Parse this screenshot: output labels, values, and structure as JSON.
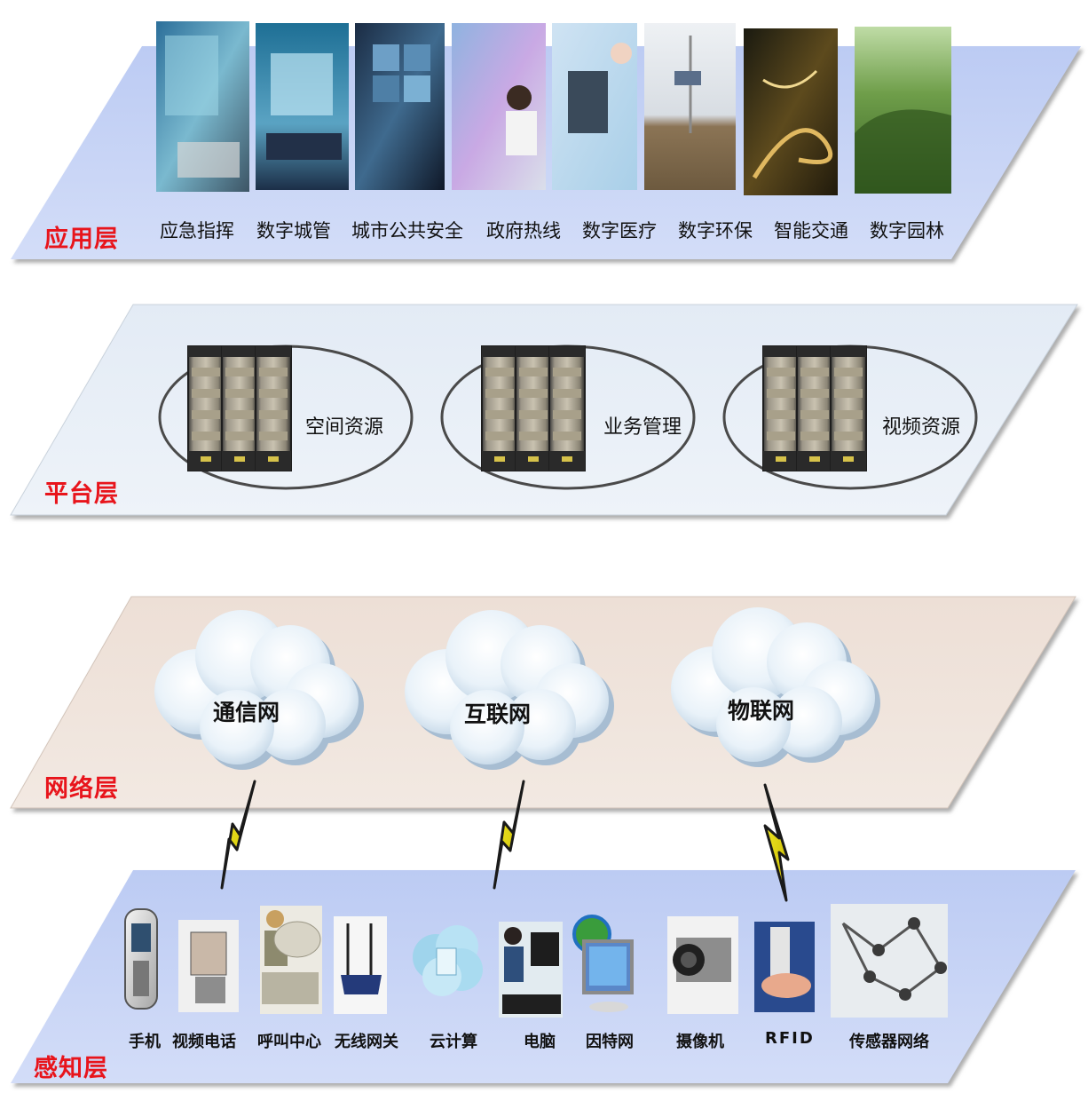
{
  "layers": {
    "application": {
      "label": "应用层"
    },
    "platform": {
      "label": "平台层"
    },
    "network": {
      "label": "网络层"
    },
    "perception": {
      "label": "感知层"
    }
  },
  "applications": [
    {
      "label": "应急指挥"
    },
    {
      "label": "数字城管"
    },
    {
      "label": "城市公共安全"
    },
    {
      "label": "政府热线"
    },
    {
      "label": "数字医疗"
    },
    {
      "label": "数字环保"
    },
    {
      "label": "智能交通"
    },
    {
      "label": "数字园林"
    }
  ],
  "platform_services": [
    {
      "label": "空间资源"
    },
    {
      "label": "业务管理"
    },
    {
      "label": "视频资源"
    }
  ],
  "networks": [
    {
      "label": "通信网"
    },
    {
      "label": "互联网"
    },
    {
      "label": "物联网"
    }
  ],
  "devices": [
    {
      "label": "手机"
    },
    {
      "label": "视频电话"
    },
    {
      "label": "呼叫中心"
    },
    {
      "label": "无线网关"
    },
    {
      "label": "云计算"
    },
    {
      "label": "电脑"
    },
    {
      "label": "因特网"
    },
    {
      "label": "摄像机"
    },
    {
      "label": "RFID"
    },
    {
      "label": "传感器网络"
    }
  ],
  "colors": {
    "layer_blue": "#c8d4f6",
    "layer_light": "#e8eff7",
    "layer_beige": "#efe4dc",
    "label_red": "#e8141b"
  }
}
